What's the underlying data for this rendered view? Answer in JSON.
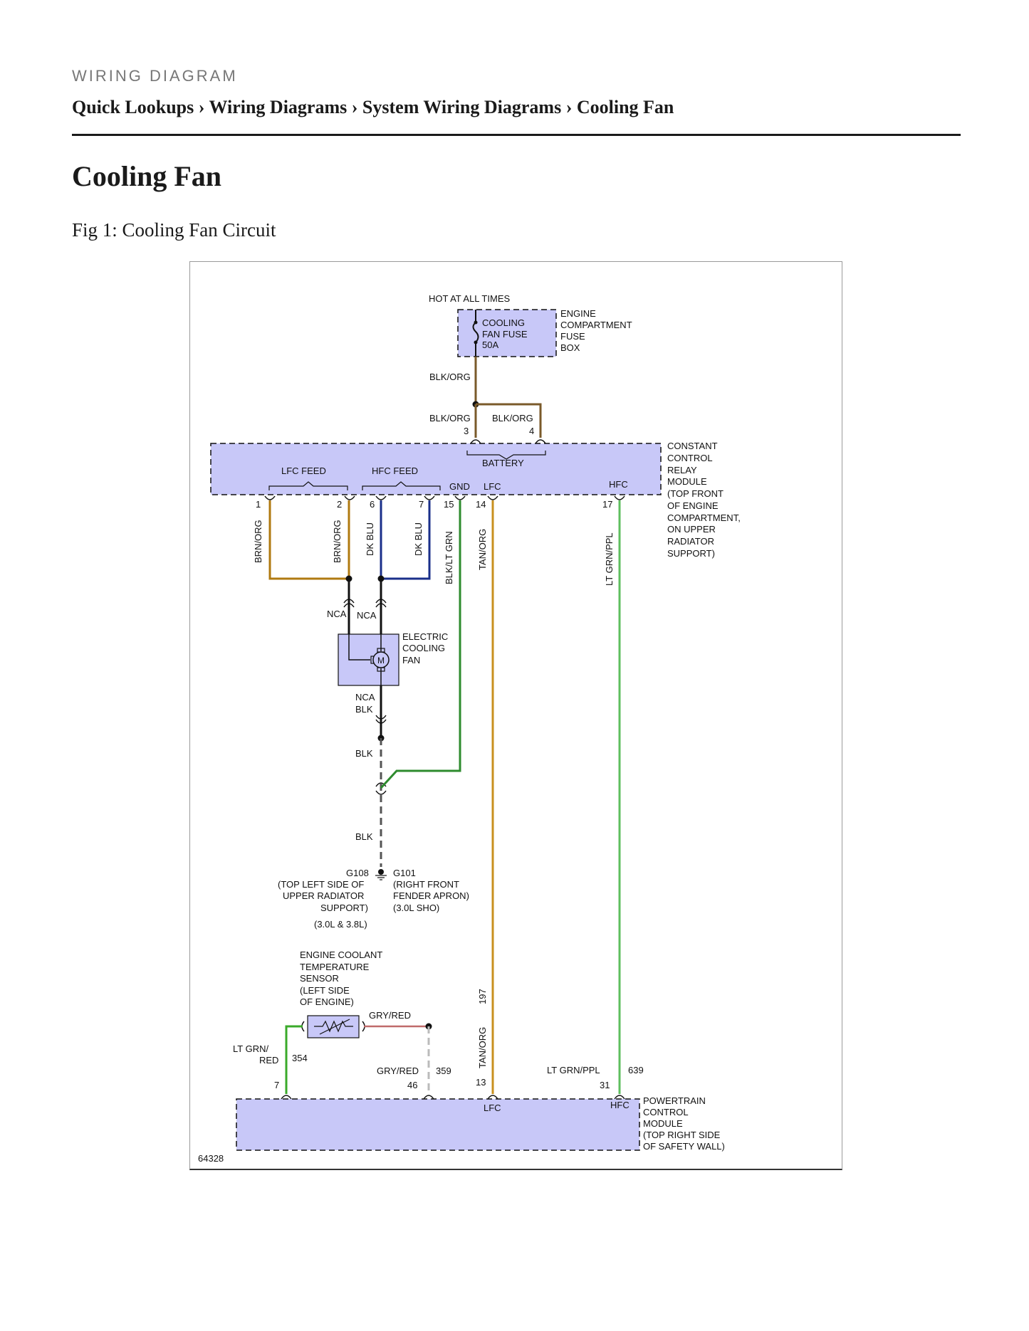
{
  "header": {
    "kicker": "WIRING DIAGRAM",
    "breadcrumb": [
      {
        "label": "Quick Lookups"
      },
      {
        "label": "Wiring Diagrams"
      },
      {
        "label": "System Wiring Diagrams"
      },
      {
        "label": "Cooling Fan"
      }
    ],
    "separator": "›"
  },
  "page": {
    "title": "Cooling Fan",
    "figure_caption": "Fig 1: Cooling Fan Circuit"
  },
  "diagram": {
    "figure_id": "64328",
    "colors": {
      "module_fill": "#c8c8f8",
      "brn_org": "#b07a10",
      "dk_blu": "#1a2f8a",
      "blk_org": "#7a5a2a",
      "green": "#2e8b2e",
      "tan_org": "#c8901e",
      "lt_grn_ppl": "#5fbf5f",
      "gry_red": "#c06a6a",
      "lt_grn_red": "#3aaa2a"
    },
    "fuse_box": {
      "hot_label": "HOT AT ALL TIMES",
      "fuse_line1": "COOLING",
      "fuse_line2": "FAN FUSE",
      "fuse_line3": "50A",
      "box_line1": "ENGINE",
      "box_line2": "COMPARTMENT",
      "box_line3": "FUSE",
      "box_line4": "BOX"
    },
    "wires": {
      "blk_org": "BLK/ORG",
      "brn_org": "BRN/ORG",
      "dk_blu": "DK BLU",
      "blk_lt_grn": "BLK/LT GRN",
      "tan_org": "TAN/ORG",
      "lt_grn_ppl": "LT GRN/PPL",
      "blk": "BLK",
      "gry_red": "GRY/RED",
      "lt_grn_red_1": "LT GRN/",
      "lt_grn_red_2": "RED",
      "nca": "NCA"
    },
    "relay_module": {
      "lfc_feed": "LFC FEED",
      "hfc_feed": "HFC FEED",
      "battery": "BATTERY",
      "gnd": "GND",
      "lfc": "LFC",
      "hfc": "HFC",
      "desc": [
        "CONSTANT",
        "CONTROL",
        "RELAY",
        "MODULE",
        "(TOP FRONT",
        "OF ENGINE",
        "COMPARTMENT,",
        "ON UPPER",
        "RADIATOR",
        "SUPPORT)"
      ],
      "pins": {
        "p1": "1",
        "p2": "2",
        "p3": "3",
        "p4": "4",
        "p6": "6",
        "p7": "7",
        "p14": "14",
        "p15": "15",
        "p17": "17"
      }
    },
    "fan": {
      "motor": "M",
      "desc": [
        "ELECTRIC",
        "COOLING",
        "FAN"
      ]
    },
    "grounds": {
      "g108": "G108",
      "g108_desc": [
        "(TOP LEFT SIDE OF",
        "UPPER RADIATOR",
        "SUPPORT)"
      ],
      "g108_engines": "(3.0L & 3.8L)",
      "g101": "G101",
      "g101_desc": [
        "(RIGHT FRONT",
        "FENDER APRON)",
        "(3.0L SHO)"
      ]
    },
    "sensor": {
      "desc": [
        "ENGINE COOLANT",
        "TEMPERATURE",
        "SENSOR",
        "(LEFT SIDE",
        "OF ENGINE)"
      ]
    },
    "circuits": {
      "c354": "354",
      "c359": "359",
      "c197": "197",
      "c639": "639"
    },
    "pcm": {
      "lfc": "LFC",
      "hfc": "HFC",
      "desc": [
        "POWERTRAIN",
        "CONTROL",
        "MODULE",
        "(TOP RIGHT SIDE",
        "OF SAFETY WALL)"
      ],
      "pins": {
        "p7": "7",
        "p46": "46",
        "p13": "13",
        "p31": "31"
      }
    }
  }
}
